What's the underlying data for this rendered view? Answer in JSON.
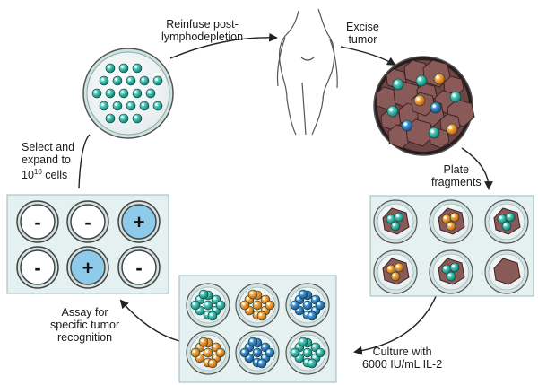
{
  "steps": {
    "reinfuse": {
      "line1": "Reinfuse post-",
      "line2": "lymphodepletion"
    },
    "excise": {
      "line1": "Excise",
      "line2": "tumor"
    },
    "plate": {
      "line1": "Plate",
      "line2": "fragments"
    },
    "culture": {
      "line1": "Culture with",
      "line2": "6000 IU/mL IL-2"
    },
    "assay": {
      "line1": "Assay for",
      "line2": "specific tumor",
      "line3": "recognition"
    },
    "expand": {
      "line1": "Select and",
      "line2": "expand to",
      "line3_base": "10",
      "line3_exp": "10",
      "line3_tail": " cells"
    }
  },
  "assay_wells": [
    "-",
    "-",
    "+",
    "-",
    "+",
    "-"
  ],
  "colors": {
    "teal_cell": "#2bb3a3",
    "orange_cell": "#f0962a",
    "blue_cell": "#2f7fc1",
    "tumor_tissue": "#8a5a58",
    "positive_well": "#8ecbea",
    "tray": "#e5f1f0",
    "arrow": "#222222"
  }
}
